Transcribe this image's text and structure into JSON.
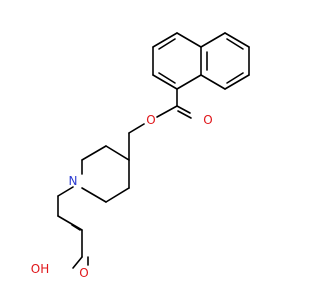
{
  "atoms": {
    "n1": "N",
    "o_ester_single": "O",
    "o_ester_double": "O",
    "o_acid_double": "O",
    "o_acid_oh": "OH"
  },
  "colors": {
    "bond": "#000000",
    "nitrogen": "#2b3bd1",
    "oxygen": "#e0161a",
    "background": "#ffffff"
  }
}
